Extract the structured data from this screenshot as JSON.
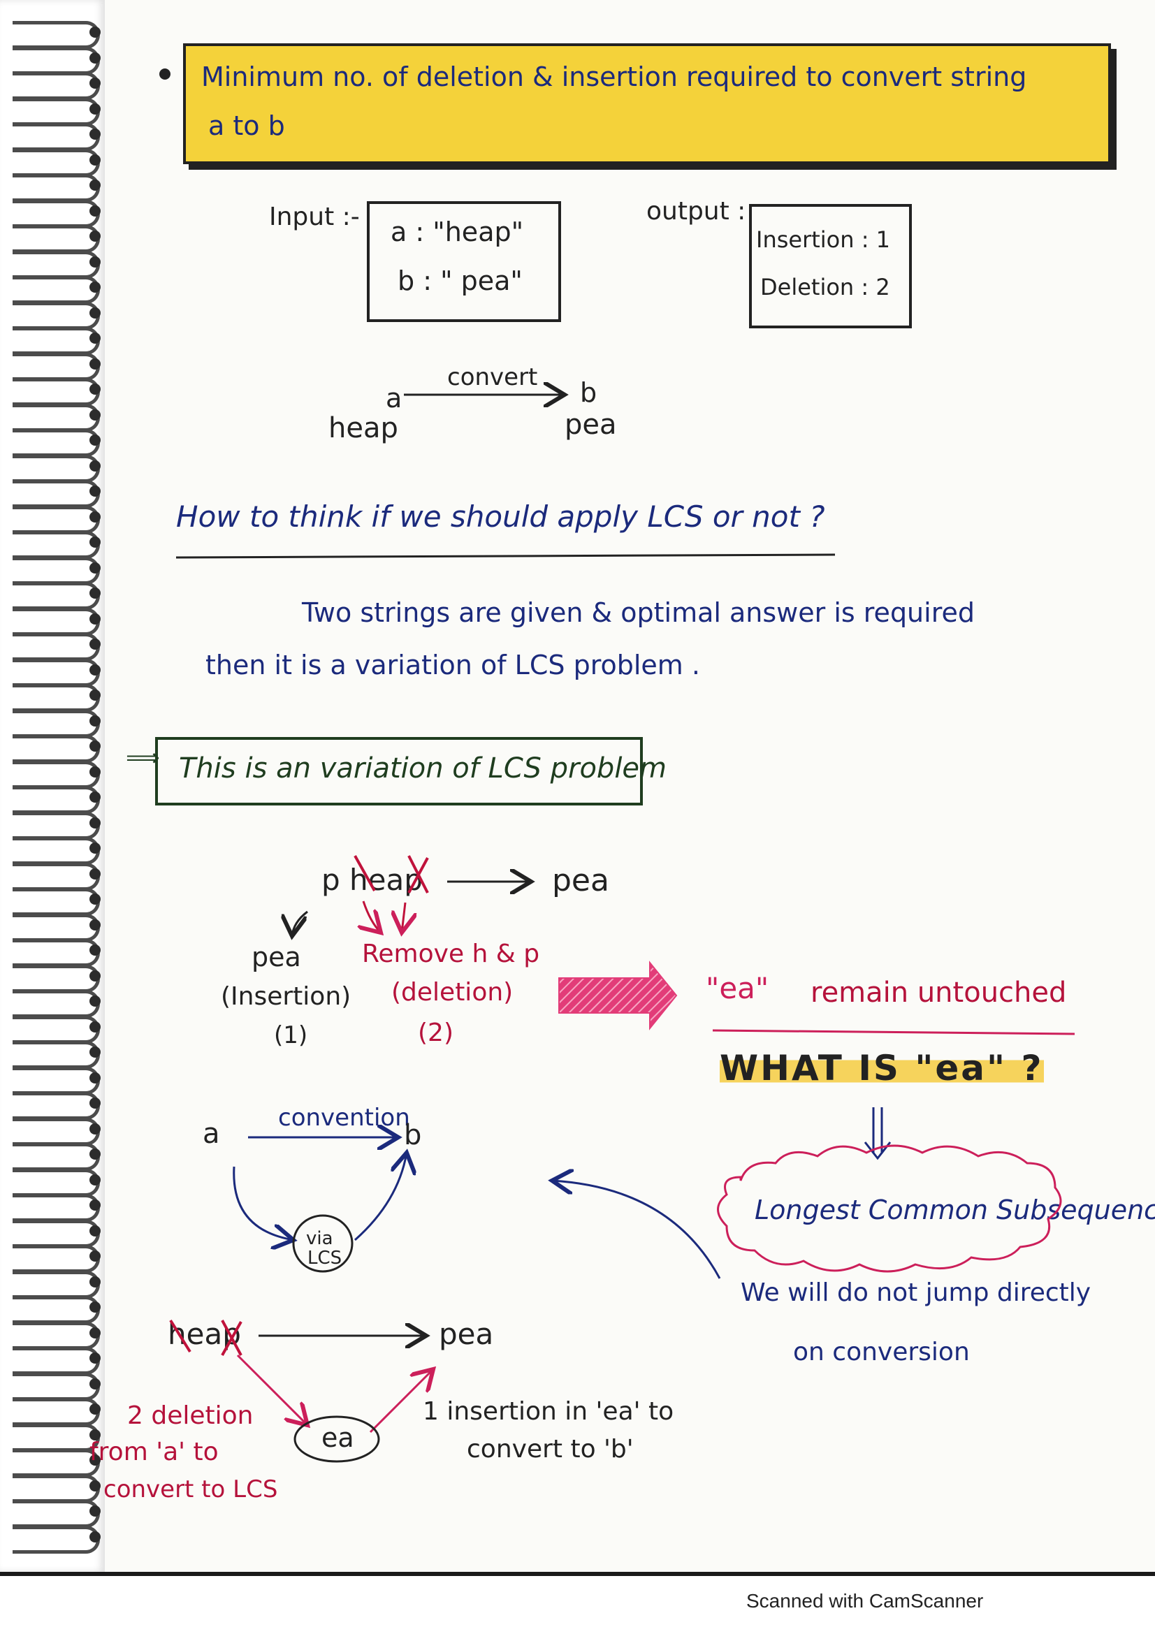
{
  "title": {
    "line1": "Minimum no. of deletion & insertion required to convert string",
    "line2": "a to b"
  },
  "input": {
    "label": "Input :-",
    "a": "a : \"heap\"",
    "b": "b : \" pea\""
  },
  "output": {
    "label": "output :",
    "insertion": "Insertion : 1",
    "deletion": "Deletion : 2"
  },
  "convert_example": {
    "a": "a",
    "arrow_label": "convert",
    "b": "b",
    "a_value": "heap",
    "b_value": "pea"
  },
  "question": "How to think if we should apply LCS or not ?",
  "explanation": {
    "line1": "Two strings are given & optimal answer is required",
    "line2": "then it is a variation of LCS problem ."
  },
  "variation_note": "This is an variation of LCS problem",
  "transform": {
    "source": "p heap",
    "target": "pea",
    "insertion_word": "pea",
    "insertion_label": "(Insertion)",
    "insertion_count": "(1)",
    "deletion_text": "Remove h & p",
    "deletion_label": "(deletion)",
    "deletion_count": "(2)"
  },
  "remain": {
    "quote": "\"ea\"",
    "text": "remain untouched"
  },
  "what_is": "WHAT IS \"ea\" ?",
  "lcs_cloud": "Longest Common Subsequence",
  "note": {
    "line1": "We will do not jump directly",
    "line2": "on conversion"
  },
  "conversion_diagram": {
    "a": "a",
    "label": "convention",
    "b": "b",
    "via": "via",
    "lcs": "LCS"
  },
  "final_diagram": {
    "source": "heap",
    "target": "pea",
    "middle": "ea",
    "left_note_1": "2 deletion",
    "left_note_2": "from 'a' to",
    "left_note_3": "convert to LCS",
    "right_note_1": "1 insertion in 'ea' to",
    "right_note_2": "convert to 'b'"
  },
  "footer": "Scanned with CamScanner",
  "colors": {
    "highlight": "#f4d23a",
    "ink_blue": "#1b2a7c",
    "ink_red": "#b5123b",
    "ink_pink": "#cc1f5a"
  }
}
